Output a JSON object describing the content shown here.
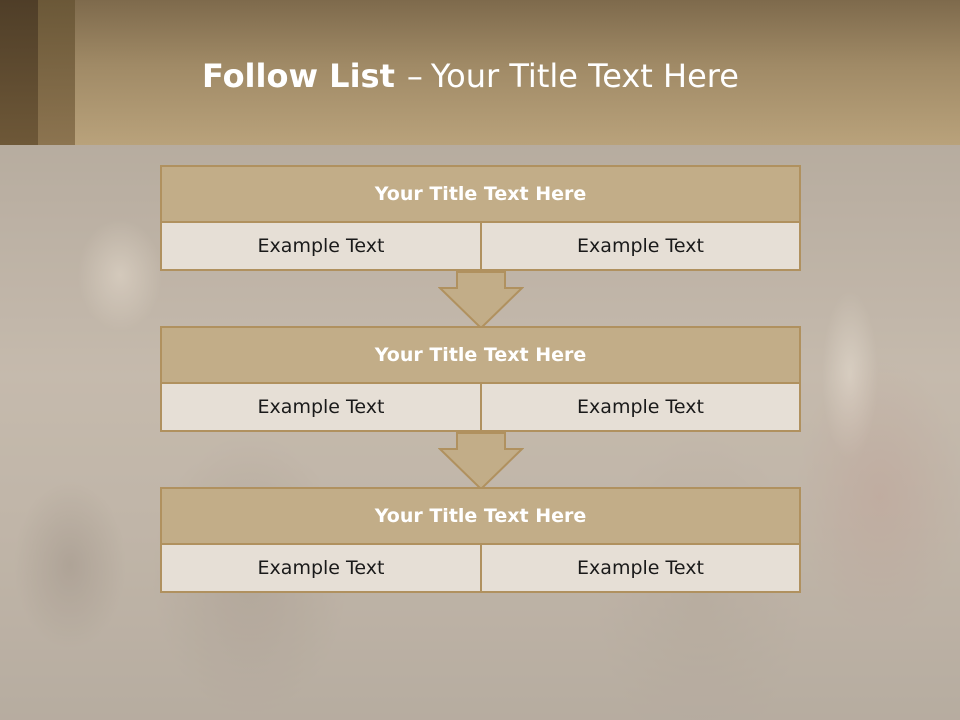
{
  "slide": {
    "title_bold": "Follow List",
    "title_sep": "–",
    "title_rest": "Your Title Text Here"
  },
  "steps": [
    {
      "title": "Your Title Text Here",
      "left": "Example Text",
      "right": "Example Text"
    },
    {
      "title": "Your Title Text Here",
      "left": "Example Text",
      "right": "Example Text"
    },
    {
      "title": "Your Title Text Here",
      "left": "Example Text",
      "right": "Example Text"
    }
  ],
  "colors": {
    "header_band": "#b9a27b",
    "box_header": "#c2ad88",
    "box_cell": "#e6dfd6",
    "border": "#b0915f"
  }
}
